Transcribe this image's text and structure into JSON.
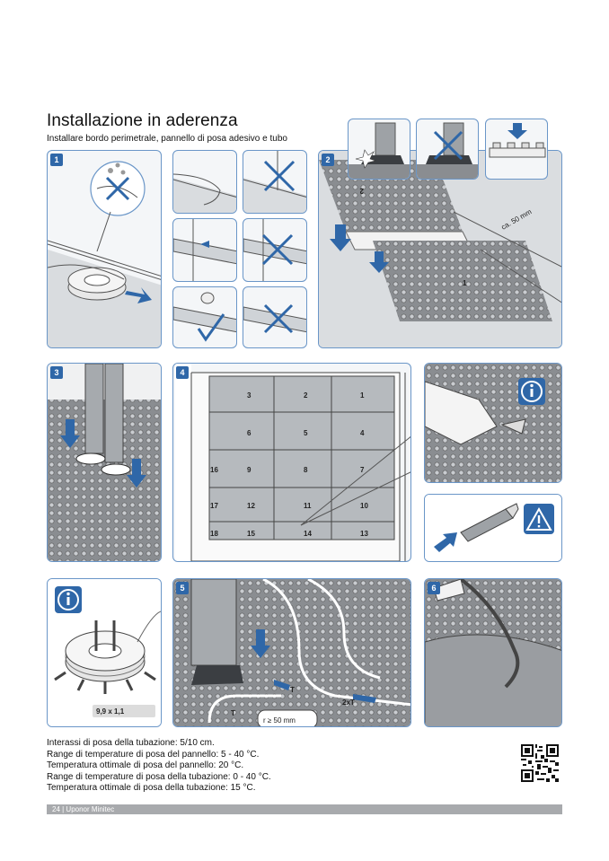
{
  "header": {
    "title": "Installazione in aderenza",
    "subtitle": "Installare bordo perimetrale, pannello di posa adesivo e tubo"
  },
  "steps": {
    "s1": "1",
    "s2": "2",
    "s3": "3",
    "s4": "4",
    "s5": "5",
    "s6": "6"
  },
  "panel_numbers": {
    "row1": [
      "3",
      "2",
      "1"
    ],
    "row2": [
      "6",
      "5",
      "4"
    ],
    "row3": [
      "9",
      "8",
      "7"
    ],
    "row4": [
      "12",
      "11",
      "10"
    ],
    "row5": [
      "15",
      "14",
      "13"
    ],
    "left_col": [
      "16",
      "17",
      "18"
    ]
  },
  "labels": {
    "gap": "ca. 50 mm",
    "tube_size": "9,9 x 1,1",
    "bend_radius": "r ≥ 50 mm",
    "sheet_one": "1",
    "sheet_two": "2",
    "spacing_t": "T",
    "spacing_2t": "2xT"
  },
  "notes": [
    "Interassi di posa della tubazione: 5/10 cm.",
    "Range di temperature di posa del pannello: 5 - 40 °C.",
    "Temperatura ottimale di posa del pannello: 20 °C.",
    "Range di temperature di posa della tubazione: 0 - 40 °C.",
    "Temperatura ottimale di posa della tubazione: 15 °C."
  ],
  "footer": {
    "text": "24 | Uponor Minitec"
  },
  "colors": {
    "accent": "#2f67a8",
    "frame": "#6a96c8",
    "footer_bar": "#a8aaad"
  },
  "icons": [
    "info-icon",
    "warning-icon",
    "cross-icon",
    "check-icon",
    "arrow-icon",
    "qr-code"
  ]
}
